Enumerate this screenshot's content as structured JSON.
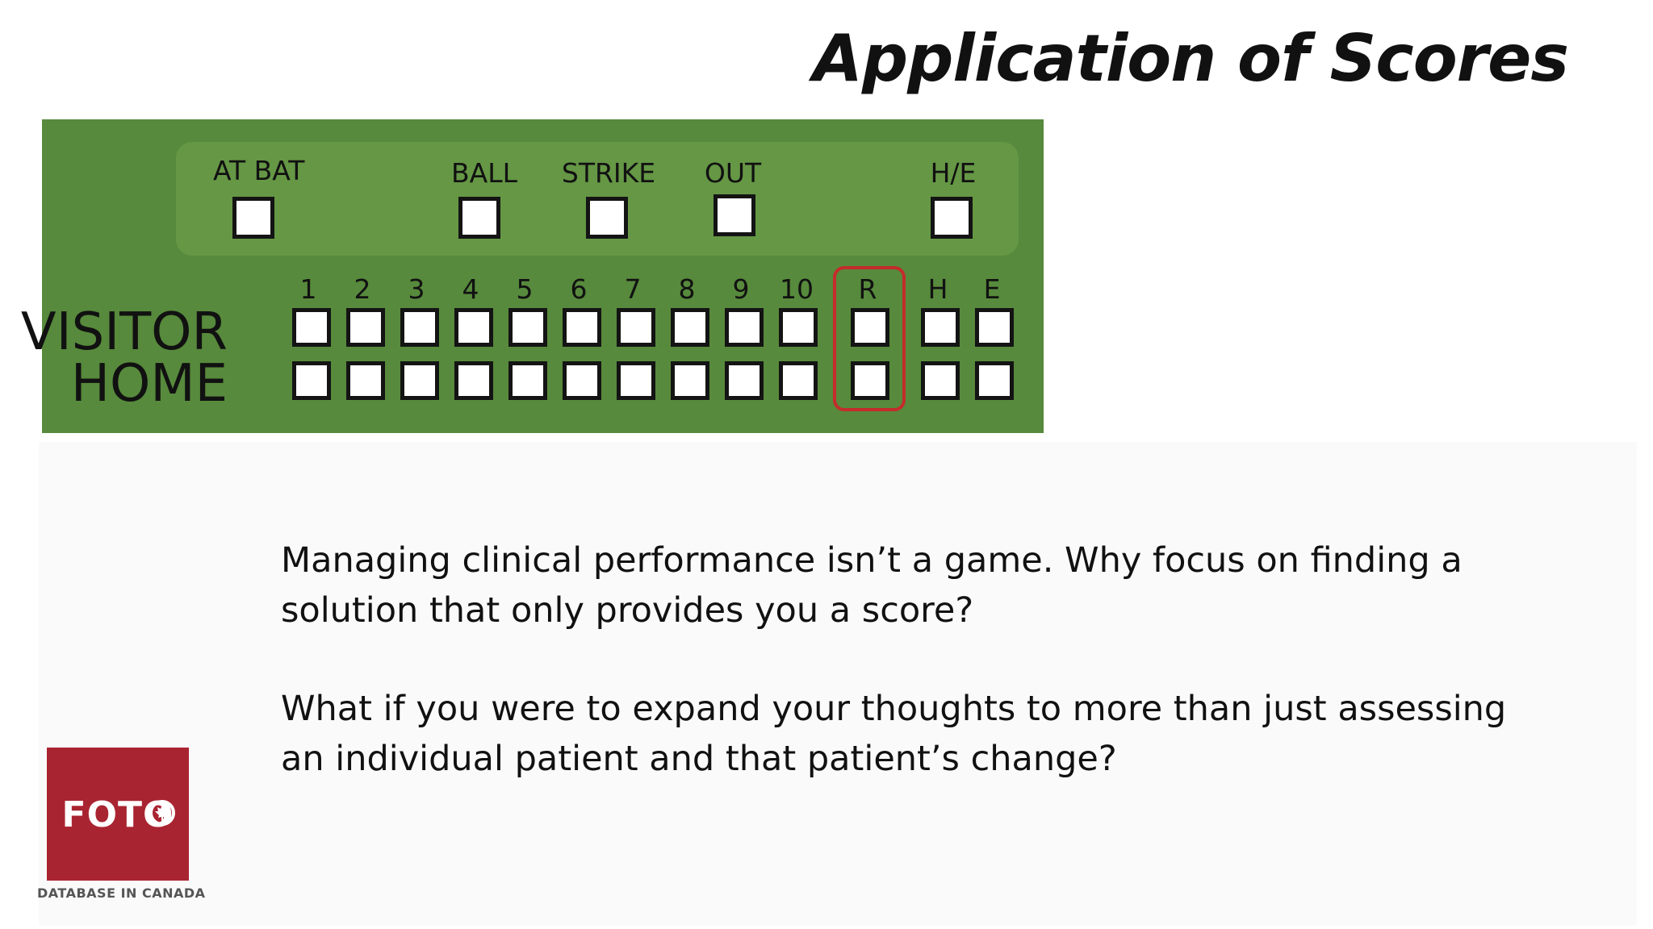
{
  "slide": {
    "title": "Application of Scores",
    "paragraphs": [
      "Managing clinical performance isn’t a game. Why focus on finding a solution that only provides you a score?",
      "What if you were to expand your thoughts to more than just assessing an individual patient and that patient’s change?"
    ]
  },
  "scoreboard": {
    "status_labels": [
      "AT BAT",
      "BALL",
      "STRIKE",
      "OUT",
      "H/E"
    ],
    "innings": [
      "1",
      "2",
      "3",
      "4",
      "5",
      "6",
      "7",
      "8",
      "9",
      "10"
    ],
    "total_labels": [
      "R",
      "H",
      "E"
    ],
    "teams": [
      "VISITOR",
      "HOME"
    ],
    "highlighted_column": "R",
    "colors": {
      "board": "#578a3c",
      "panel": "#659745",
      "highlight": "#c42c2c"
    }
  },
  "logo": {
    "word": "FOTO",
    "caption": "DATABASE IN CANADA",
    "icon": "maple-leaf-icon",
    "color": "#a92431"
  }
}
